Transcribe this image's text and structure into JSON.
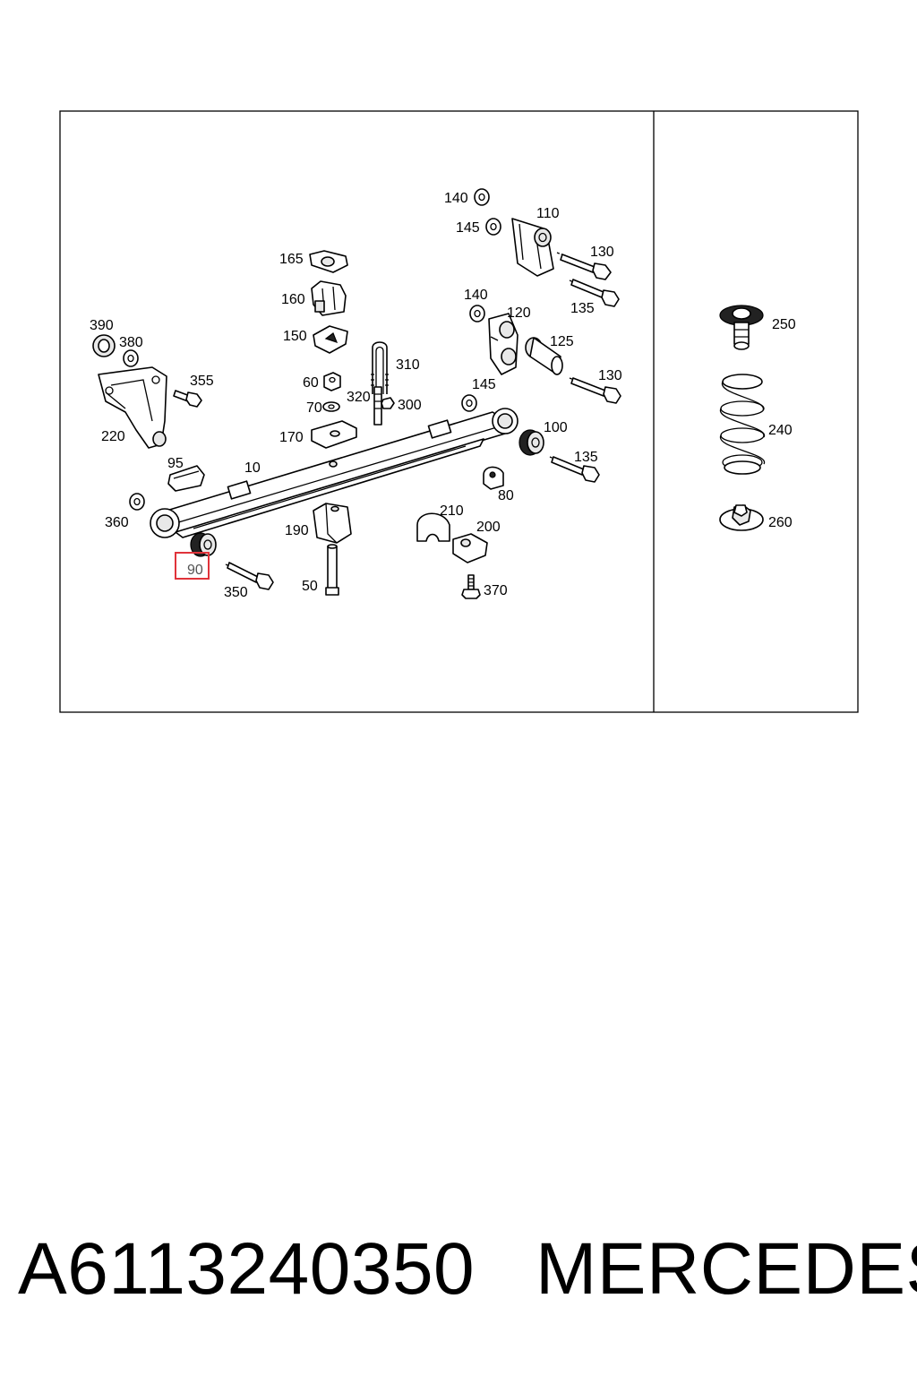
{
  "labels": {
    "l140a": "140",
    "l110": "110",
    "l145a": "145",
    "l130a": "130",
    "l135a": "135",
    "l165": "165",
    "l160": "160",
    "l150": "150",
    "l140b": "140",
    "l120": "120",
    "l125": "125",
    "l130b": "130",
    "l390": "390",
    "l380": "380",
    "l355": "355",
    "l220": "220",
    "l310": "310",
    "l60": "60",
    "l320": "320",
    "l300": "300",
    "l70": "70",
    "l170": "170",
    "l145b": "145",
    "l100": "100",
    "l135b": "135",
    "l95": "95",
    "l10": "10",
    "l80": "80",
    "l360": "360",
    "l190": "190",
    "l210": "210",
    "l200": "200",
    "l90": "90",
    "l350": "350",
    "l50": "50",
    "l370": "370",
    "l250": "250",
    "l240": "240",
    "l260": "260"
  },
  "highlight": {
    "part": "90",
    "color": "#e0333a"
  },
  "caption": {
    "part_number": "A6113240350",
    "brand": "MERCEDES"
  }
}
